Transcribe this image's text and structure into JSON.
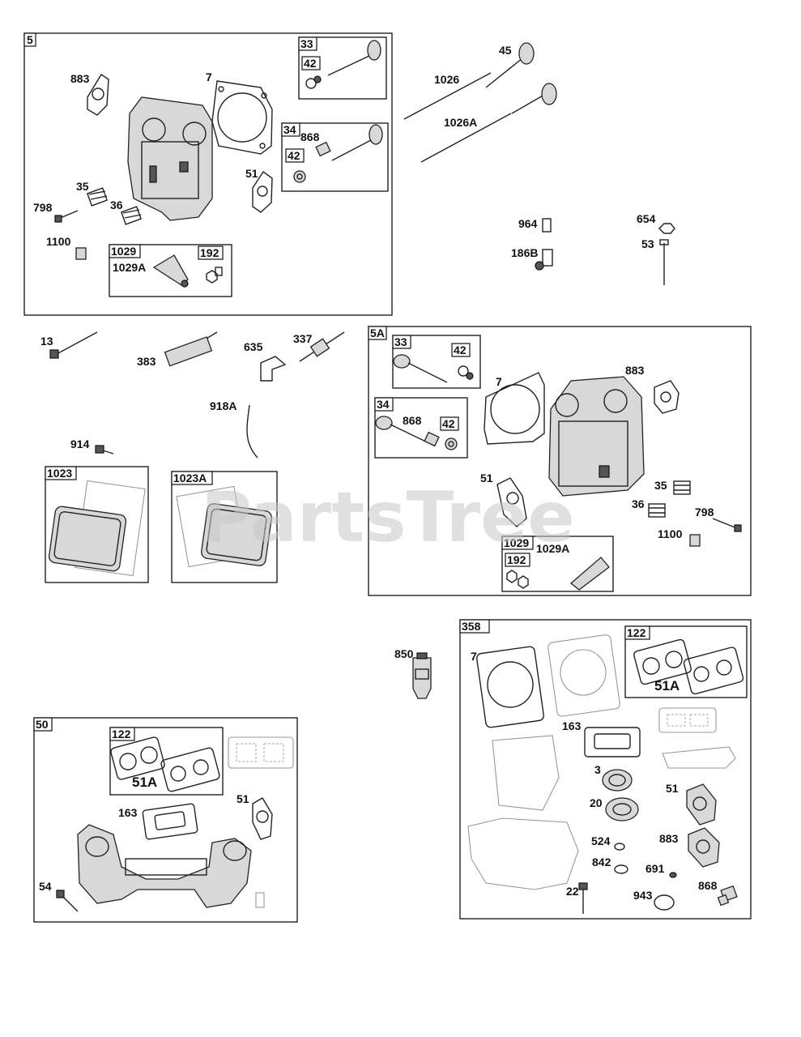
{
  "watermark": "PartsTree",
  "groups": {
    "g5": "5",
    "g33a": "33",
    "g42a": "42",
    "g34a": "34",
    "g42b": "42",
    "g1029a": "1029",
    "g192a": "192",
    "g5A": "5A",
    "g33b": "33",
    "g42c": "42",
    "g34b": "34",
    "g42d": "42",
    "g1029b": "1029",
    "g192b": "192",
    "g1023": "1023",
    "g1023A": "1023A",
    "g50": "50",
    "g122a": "122",
    "g358": "358",
    "g122b": "122"
  },
  "labels": {
    "p883a": "883",
    "p7a": "7",
    "p868a": "868",
    "p51a": "51",
    "p35a": "35",
    "p798a": "798",
    "p36a": "36",
    "p1100a": "1100",
    "p1029Aa": "1029A",
    "p45": "45",
    "p1026": "1026",
    "p1026A": "1026A",
    "p964": "964",
    "p654": "654",
    "p186B": "186B",
    "p53": "53",
    "p13": "13",
    "p383": "383",
    "p635": "635",
    "p337": "337",
    "p918A": "918A",
    "p914": "914",
    "p7b": "7",
    "p883b": "883",
    "p868b": "868",
    "p51b": "51",
    "p35b": "35",
    "p36b": "36",
    "p798b": "798",
    "p1100b": "1100",
    "p1029Ab": "1029A",
    "p850": "850",
    "p51Aa": "51A",
    "p163a": "163",
    "p51c": "51",
    "p54": "54",
    "p7c": "7",
    "p51Ab": "51A",
    "p163b": "163",
    "p3": "3",
    "p20": "20",
    "p51d": "51",
    "p524": "524",
    "p883c": "883",
    "p842": "842",
    "p691": "691",
    "p22": "22",
    "p943": "943",
    "p868c": "868"
  },
  "icons": [
    "cylinder-head-icon",
    "valve-icon",
    "push-rod-icon",
    "spring-icon",
    "gasket-icon",
    "rocker-arm-icon",
    "spark-plug-icon",
    "valve-cover-icon",
    "exhaust-manifold-icon",
    "sealant-tube-icon",
    "seal-ring-icon",
    "bolt-icon",
    "nut-icon"
  ]
}
